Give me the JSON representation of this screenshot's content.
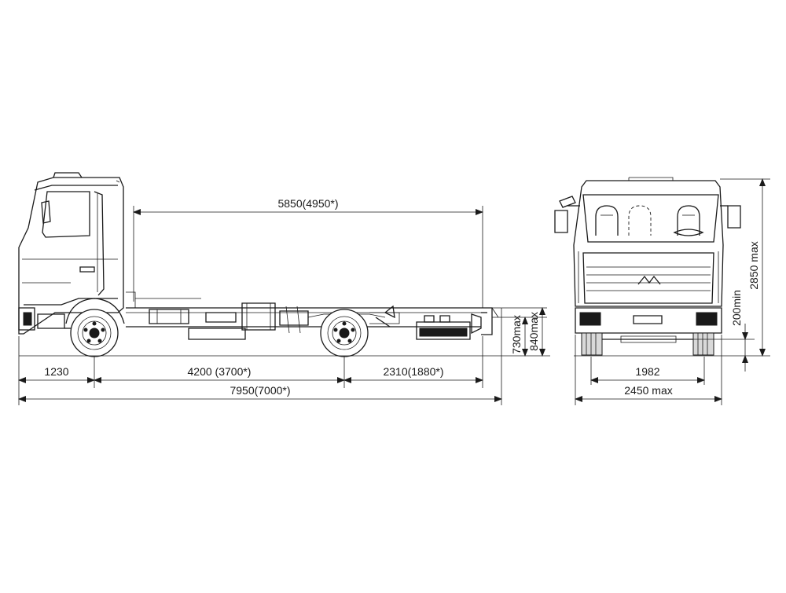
{
  "dimensions": {
    "frame_length": "5850(4950*)",
    "front_overhang": "1230",
    "wheelbase": "4200 (3700*)",
    "rear_overhang": "2310(1880*)",
    "total_length": "7950(7000*)",
    "frame_height_730": "730max",
    "frame_height_840": "840max",
    "total_height": "2850 max",
    "ground_clearance": "200min",
    "track": "1982",
    "total_width": "2450 max"
  },
  "colors": {
    "line": "#1a1a1a",
    "background": "#ffffff"
  }
}
